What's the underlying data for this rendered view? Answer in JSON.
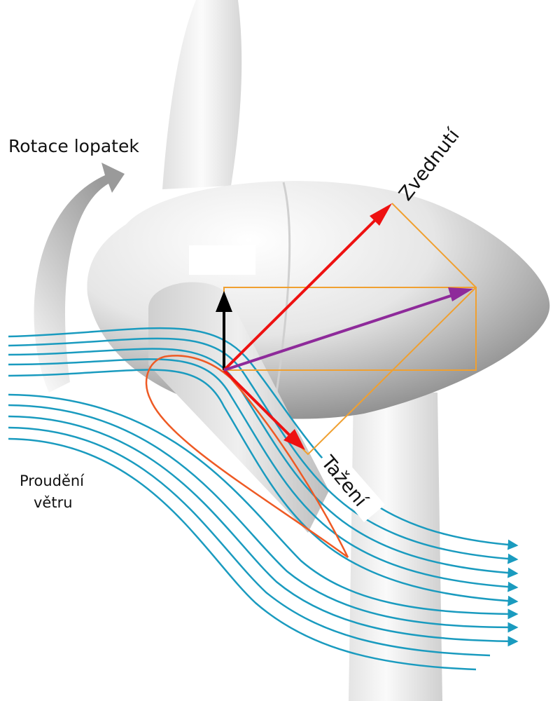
{
  "labels": {
    "rotation": "Rotace lopatek",
    "lift": "Zvednutí",
    "drag": "Tažení",
    "wind_line1": "Proudění",
    "wind_line2": "větru"
  },
  "colors": {
    "streamline": "#1a9bbf",
    "airfoil": "#ee5a24",
    "lift_drag": "#ee1111",
    "resultant": "#8e2a9a",
    "construction": "#f0a030",
    "vertical": "#000000"
  }
}
